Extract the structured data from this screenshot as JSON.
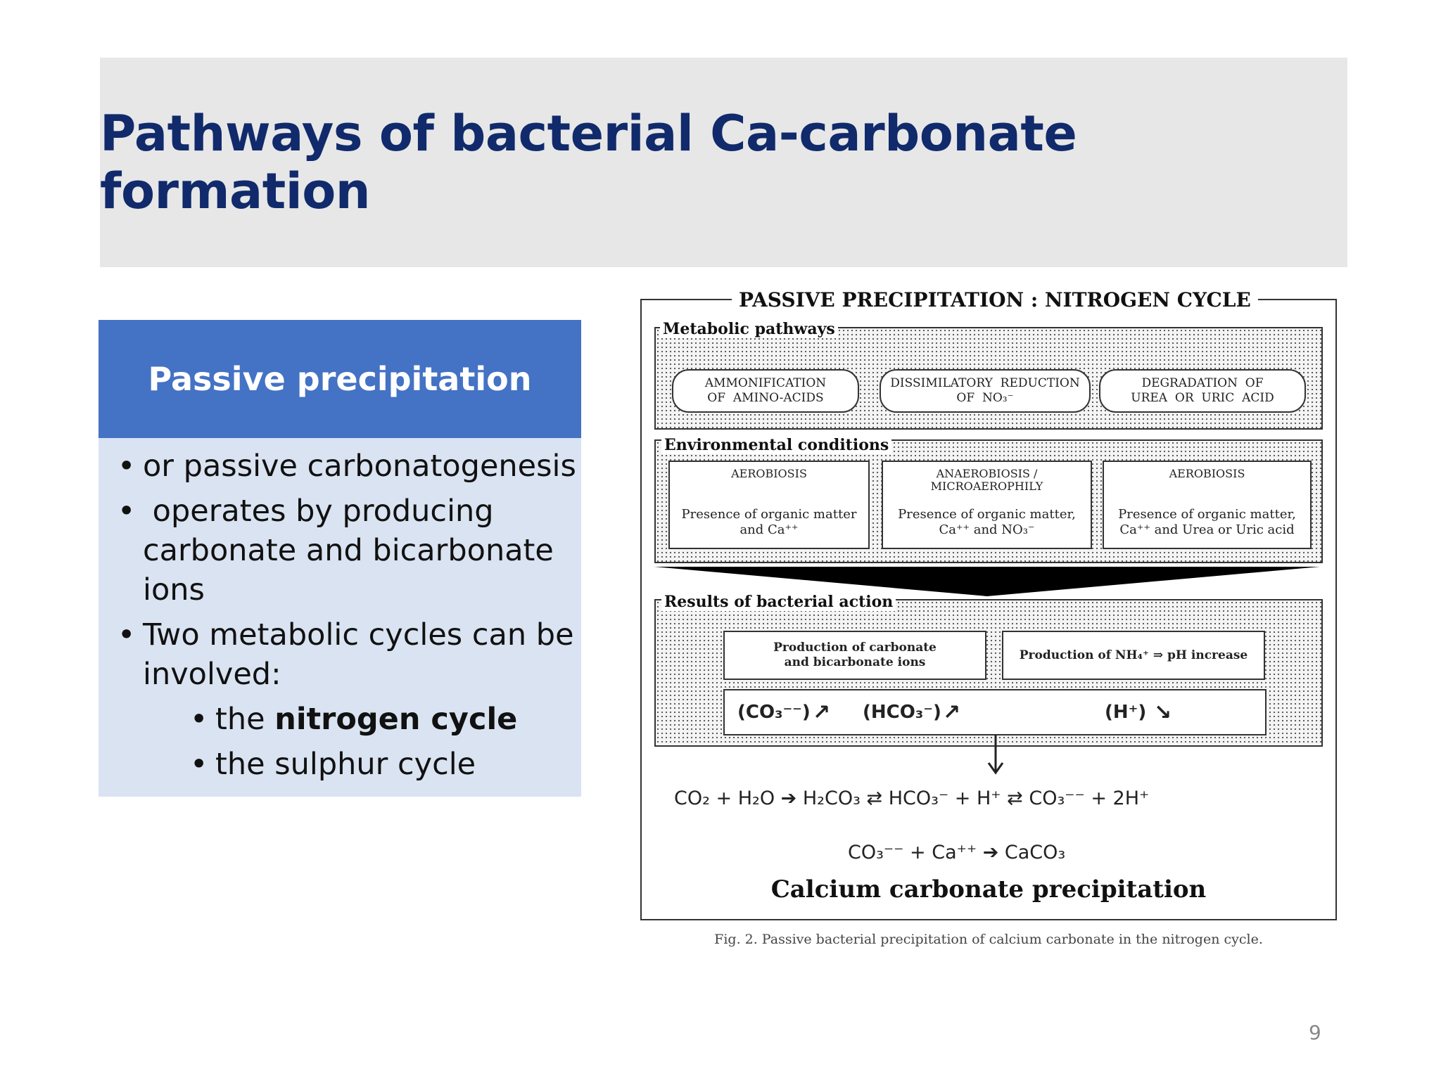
{
  "slide": {
    "title": "Pathways of bacterial Ca-carbonate formation",
    "page_number": "9"
  },
  "panel": {
    "heading": "Passive precipitation",
    "bullets": [
      "or passive carbonatogenesis",
      " operates by producing",
      "carbonate and bicarbonate",
      "ions",
      "Two metabolic cycles can be",
      "involved:"
    ],
    "sub_bullets": {
      "first_prefix": "the ",
      "first_bold": "nitrogen cycle",
      "second": "the sulphur cycle"
    }
  },
  "figure": {
    "title": "PASSIVE PRECIPITATION : NITROGEN CYCLE",
    "metabolic_label": "Metabolic pathways",
    "pathways": [
      "AMMONIFICATION\nOF  AMINO-ACIDS",
      "DISSIMILATORY  REDUCTION\nOF  NO₃⁻",
      "DEGRADATION  OF\nUREA  OR  URIC  ACID"
    ],
    "environment_label": "Environmental  conditions",
    "environments": [
      {
        "head": "AEROBIOSIS",
        "text": "Presence of organic matter\nand Ca⁺⁺"
      },
      {
        "head": "ANAEROBIOSIS /\nMICROAEROPHILY",
        "text": "Presence of organic matter,\nCa⁺⁺ and NO₃⁻"
      },
      {
        "head": "AEROBIOSIS",
        "text": "Presence of organic matter,\nCa⁺⁺ and Urea or Uric acid"
      }
    ],
    "results_label": "Results of bacterial  action",
    "results": [
      "Production of carbonate\nand bicarbonate ions",
      "Production of NH₄⁺  ⇒ pH increase"
    ],
    "ions": {
      "co3": "(CO₃⁻⁻)",
      "hco3": "(HCO₃⁻)",
      "h": "(H⁺)"
    },
    "equation1": "CO₂ + H₂O  ➔  H₂CO₃  ⇄  HCO₃⁻ + H⁺  ⇄  CO₃⁻⁻  +  2H⁺",
    "equation2": "CO₃⁻⁻  +  Ca⁺⁺  ➔  CaCO₃",
    "caption_big": "Calcium carbonate precipitation",
    "caption": "Fig. 2. Passive bacterial precipitation of calcium carbonate in the nitrogen cycle."
  }
}
